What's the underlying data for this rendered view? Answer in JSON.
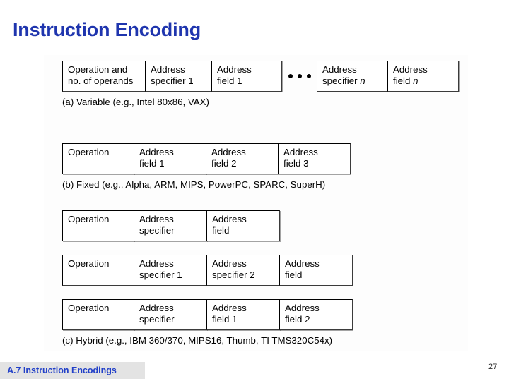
{
  "slide": {
    "title": "Instruction Encoding",
    "title_color": "#1f35ae",
    "footer_label": "A.7  Instruction Encodings",
    "footer_color": "#2240c8",
    "footer_band_color": "#e3e3e3",
    "page_number": "27"
  },
  "figure": {
    "rows": [
      {
        "id": "variable",
        "caption": "(a) Variable (e.g., Intel 80x86, VAX)",
        "left_group": [
          {
            "line1": "Operation and",
            "line2": "no. of operands"
          },
          {
            "line1": "Address",
            "line2": "specifier 1"
          },
          {
            "line1": "Address",
            "line2": "field 1"
          }
        ],
        "separator": "ellipsis",
        "right_group": [
          {
            "line1": "Address",
            "line2": "specifier ",
            "line2_italic": "n"
          },
          {
            "line1": "Address",
            "line2": "field ",
            "line2_italic": "n"
          }
        ]
      },
      {
        "id": "fixed",
        "caption": "(b) Fixed (e.g., Alpha, ARM, MIPS, PowerPC, SPARC, SuperH)",
        "cells": [
          {
            "line1": "Operation",
            "line2": ""
          },
          {
            "line1": "Address",
            "line2": "field 1"
          },
          {
            "line1": "Address",
            "line2": "field 2"
          },
          {
            "line1": "Address",
            "line2": "field 3"
          }
        ]
      },
      {
        "id": "hybrid-1",
        "caption": "",
        "cells": [
          {
            "line1": "Operation",
            "line2": ""
          },
          {
            "line1": "Address",
            "line2": "specifier"
          },
          {
            "line1": "Address",
            "line2": "field"
          }
        ]
      },
      {
        "id": "hybrid-2",
        "caption": "",
        "cells": [
          {
            "line1": "Operation",
            "line2": ""
          },
          {
            "line1": "Address",
            "line2": "specifier 1"
          },
          {
            "line1": "Address",
            "line2": "specifier 2"
          },
          {
            "line1": "Address",
            "line2": "field"
          }
        ]
      },
      {
        "id": "hybrid-3",
        "caption": "(c) Hybrid (e.g., IBM 360/370,  MIPS16, Thumb, TI TMS320C54x)",
        "cells": [
          {
            "line1": "Operation",
            "line2": ""
          },
          {
            "line1": "Address",
            "line2": "specifier"
          },
          {
            "line1": "Address",
            "line2": "field 1"
          },
          {
            "line1": "Address",
            "line2": "field 2"
          }
        ]
      }
    ]
  }
}
